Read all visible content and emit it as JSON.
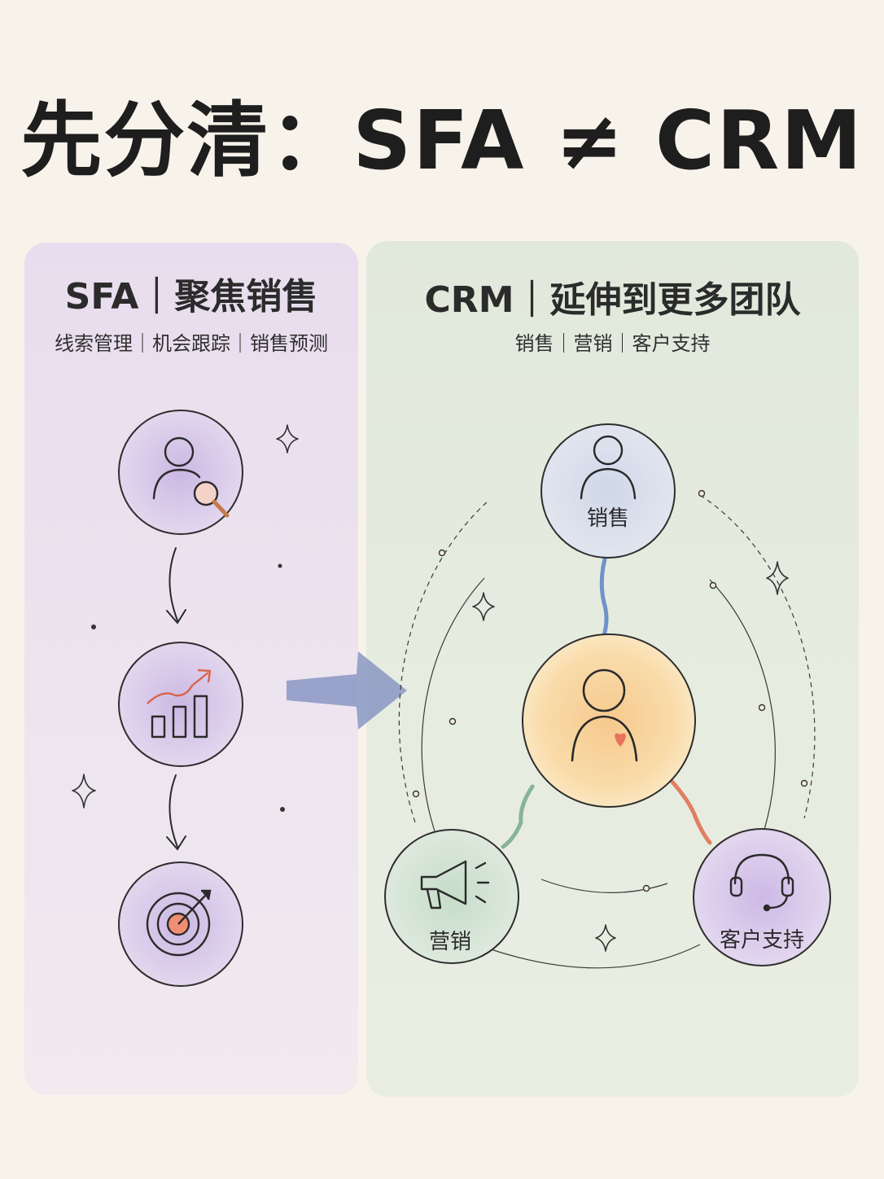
{
  "title": "先分清：SFA ≠ CRM",
  "sfa": {
    "title": "SFA｜聚焦销售",
    "subtitle": "线索管理｜机会跟踪｜销售预测",
    "steps": [
      {
        "icon": "person-search-icon"
      },
      {
        "icon": "bar-chart-growth-icon"
      },
      {
        "icon": "target-arrow-icon"
      }
    ]
  },
  "crm": {
    "title": "CRM｜延伸到更多团队",
    "subtitle": "销售｜营销｜客户支持",
    "center_icon": "person-heart-icon",
    "nodes": [
      {
        "label": "销售",
        "icon": "person-icon",
        "color": "#dbe1ec",
        "link_color": "#6f92c9"
      },
      {
        "label": "营销",
        "icon": "megaphone-icon",
        "color": "#d6e5d6",
        "link_color": "#86b39c"
      },
      {
        "label": "客户支持",
        "icon": "headset-icon",
        "color": "#ddd0ea",
        "link_color": "#e07f62"
      }
    ]
  },
  "colors": {
    "sfa_panel": "#e8ddee",
    "crm_panel": "#e1e9dc",
    "circle_purple": "#dccfeb",
    "center_orange": "#f7d39b",
    "accent_coral": "#e9735c",
    "arrow_blue": "#8a96c4"
  }
}
